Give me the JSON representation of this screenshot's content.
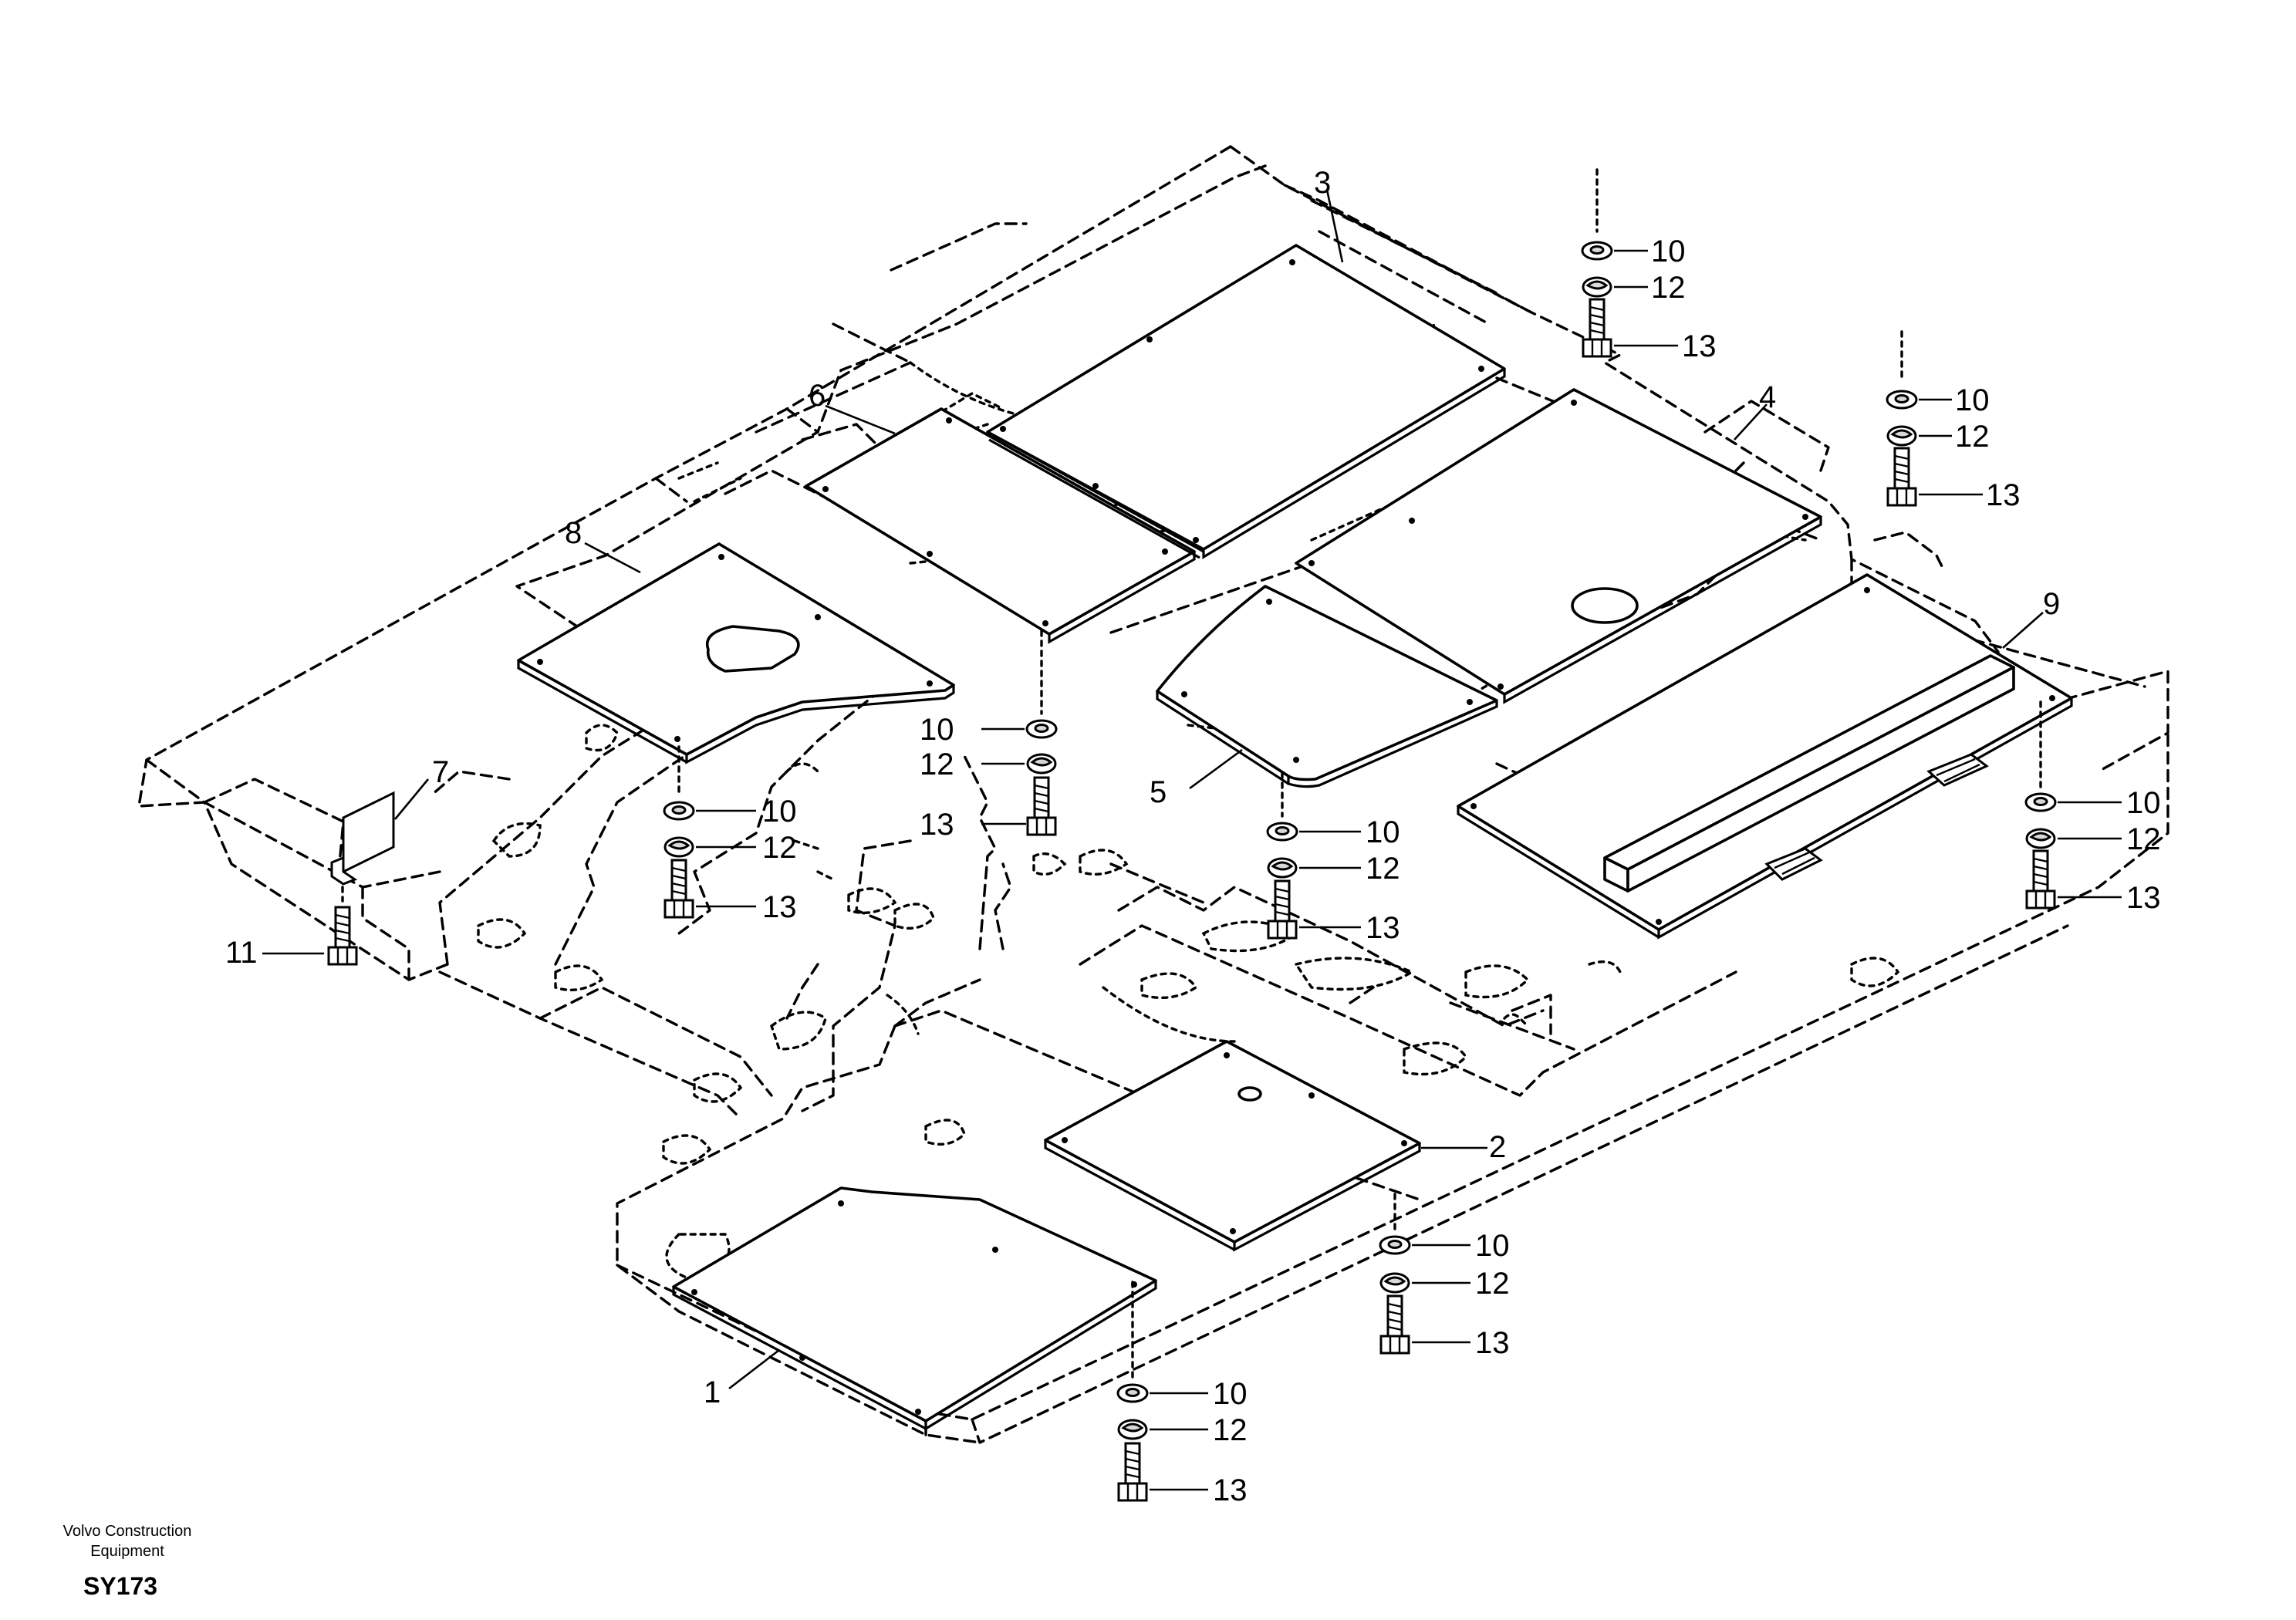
{
  "callouts": {
    "c1": "1",
    "c2": "2",
    "c3": "3",
    "c4": "4",
    "c5": "5",
    "c6": "6",
    "c7": "7",
    "c8": "8",
    "c9": "9",
    "c10": "10",
    "c11": "11",
    "c12": "12",
    "c13": "13"
  },
  "footer": {
    "brand_line1": "Volvo Construction",
    "brand_line2": "Equipment",
    "code": "SY173"
  }
}
